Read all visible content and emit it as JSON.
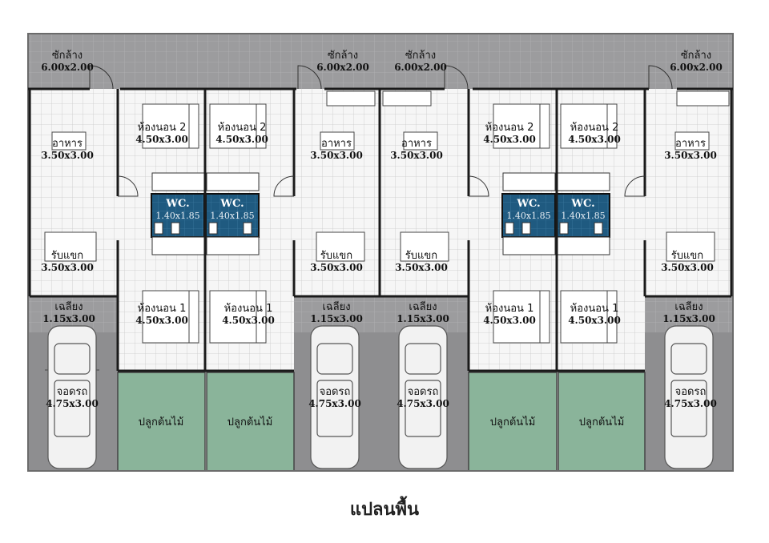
{
  "plan_title": "แปลนพื้น",
  "rooms": {
    "laundry": {
      "name": "ซักล้าง",
      "dim": "6.00x2.00"
    },
    "dining": {
      "name": "อาหาร",
      "dim": "3.50x3.00"
    },
    "living": {
      "name": "รับแขก",
      "dim": "3.50x3.00"
    },
    "porch": {
      "name": "เฉลียง",
      "dim": "1.15x3.00"
    },
    "parking": {
      "name": "จอดรถ",
      "dim": "4.75x3.00"
    },
    "bedroom2": {
      "name": "ห้องนอน 2",
      "dim": "4.50x3.00"
    },
    "bedroom1": {
      "name": "ห้องนอน 1",
      "dim": "4.50x3.00"
    },
    "wc": {
      "name": "WC.",
      "dim": "1.40x1.85"
    },
    "garden": {
      "name": "ปลูกต้นไม้"
    }
  },
  "colors": {
    "terrace": "#9c9c9e",
    "floor": "#f6f6f6",
    "grid": "#c9c9c9",
    "wall": "#1a1a1a",
    "wc": "#1f5a80",
    "garden": "#8ab49a",
    "parking": "#8e8e90"
  }
}
